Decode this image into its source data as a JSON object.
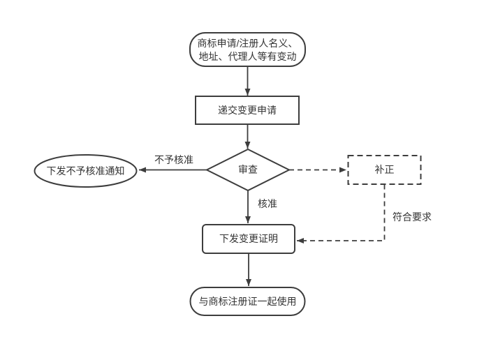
{
  "diagram": {
    "title": "trademark-change-flowchart",
    "background_color": "#ffffff",
    "stroke_color": "#3d3d3d",
    "text_color": "#333333",
    "nodes": {
      "start_terminal": {
        "shape": "rounded-terminal",
        "line1": "商标申请/注册人名义、",
        "line2": "地址、代理人等有变动"
      },
      "submit_process": {
        "shape": "rectangle",
        "label": "递交变更申请"
      },
      "review_decision": {
        "shape": "diamond",
        "label": "审查"
      },
      "reject_notice": {
        "shape": "ellipse",
        "label": "下发不予核准通知"
      },
      "correction": {
        "shape": "dashed-rectangle",
        "label": "补正"
      },
      "issue_certificate": {
        "shape": "rounded-rectangle",
        "label": "下发变更证明"
      },
      "use_terminal": {
        "shape": "rounded-terminal",
        "label": "与商标注册证一起使用"
      }
    },
    "edge_labels": {
      "not_approved": "不予核准",
      "approved": "核准",
      "meets_requirements": "符合要求"
    }
  }
}
